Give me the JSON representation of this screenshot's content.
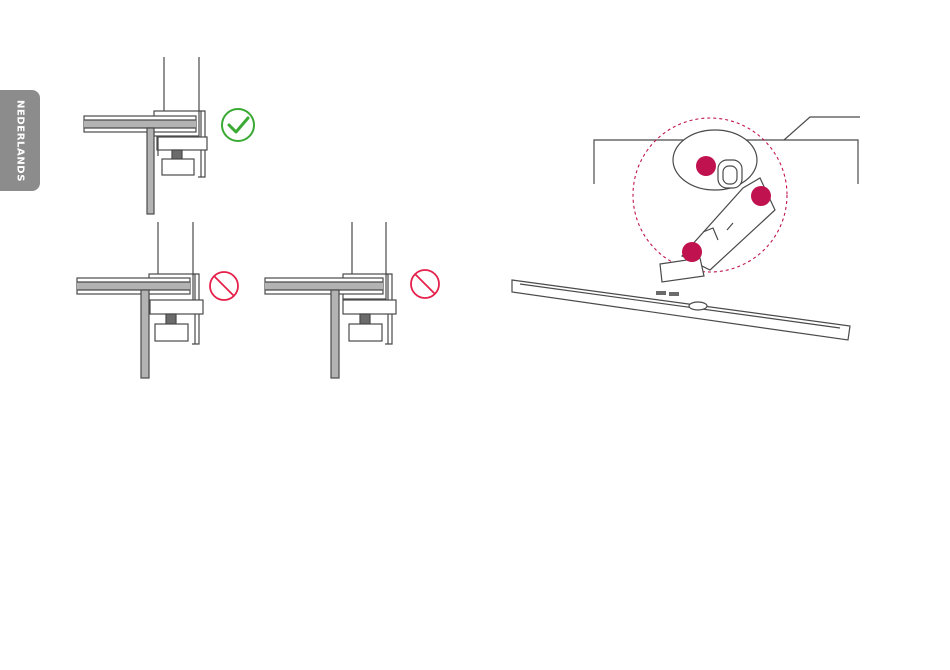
{
  "side_tab": {
    "label": "NEDERLANDS"
  },
  "colors": {
    "line": "#4a4a4a",
    "table_fill": "#b3b3b3",
    "ok_green": "#3aaa35",
    "no_red": "#e5204b",
    "marker_magenta": "#c0124f",
    "zoom_circle": "#c0124f"
  },
  "icons": {
    "correct": "check-circle-icon",
    "wrong": "prohibited-icon"
  },
  "markers": [
    "marker-1",
    "marker-2",
    "marker-3"
  ]
}
